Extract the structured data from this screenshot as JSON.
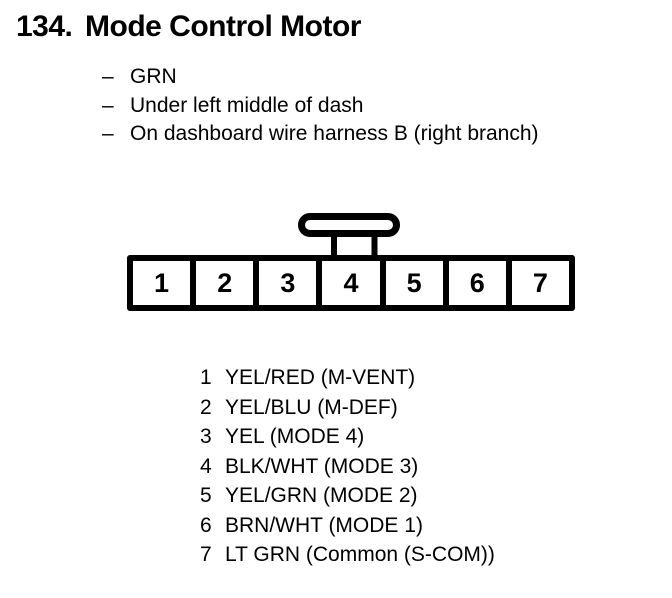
{
  "document": {
    "item_number": "134.",
    "title": "Mode Control Motor",
    "notes": [
      {
        "dash": "–",
        "text": "GRN"
      },
      {
        "dash": "–",
        "text": "Under left middle of dash"
      },
      {
        "dash": "–",
        "text": "On dashboard wire harness B (right branch)"
      }
    ]
  },
  "connector": {
    "type": "7-pin connector with lock tab",
    "pins": [
      "1",
      "2",
      "3",
      "4",
      "5",
      "6",
      "7"
    ]
  },
  "pin_assignments": [
    {
      "pin": "1",
      "label": "YEL/RED (M-VENT)"
    },
    {
      "pin": "2",
      "label": "YEL/BLU (M-DEF)"
    },
    {
      "pin": "3",
      "label": "YEL (MODE 4)"
    },
    {
      "pin": "4",
      "label": "BLK/WHT (MODE 3)"
    },
    {
      "pin": "5",
      "label": "YEL/GRN (MODE 2)"
    },
    {
      "pin": "6",
      "label": "BRN/WHT (MODE 1)"
    },
    {
      "pin": "7",
      "label": "LT GRN (Common (S-COM))"
    }
  ],
  "colors": {
    "ink": "#000000",
    "paper": "#ffffff"
  }
}
